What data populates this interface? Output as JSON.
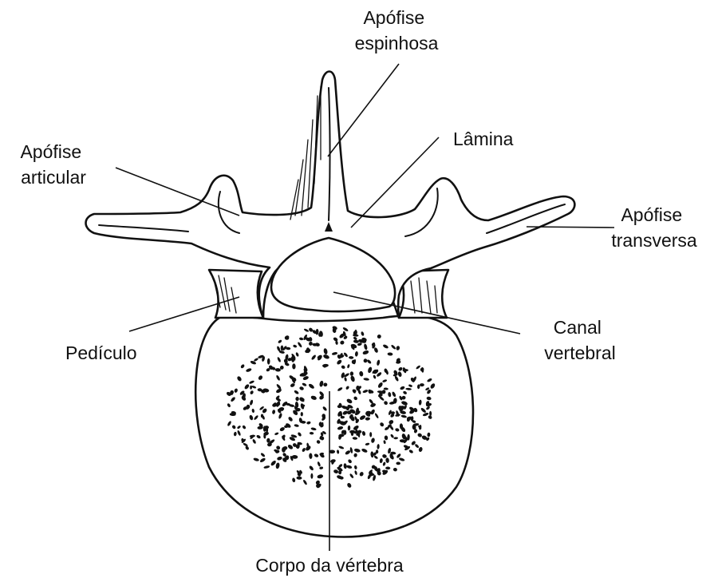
{
  "labels": {
    "apofise_espinhosa": [
      "Apófise",
      "espinhosa"
    ],
    "lamina": [
      "Lâmina"
    ],
    "apofise_articular": [
      "Apófise",
      "articular"
    ],
    "apofise_transversa": [
      "Apófise",
      "transversa"
    ],
    "canal_vertebral": [
      "Canal",
      "vertebral"
    ],
    "pediculo": [
      "Pedículo"
    ],
    "corpo_vertebra": [
      "Corpo da vértebra"
    ]
  },
  "colors": {
    "ink": "#111111",
    "background": "#ffffff"
  }
}
